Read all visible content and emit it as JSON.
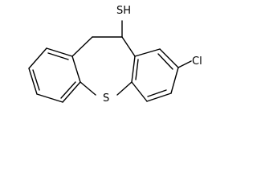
{
  "structure": {
    "atoms": {
      "thiol": "SH",
      "chloro": "Cl",
      "ring_sulfur": "S"
    }
  }
}
